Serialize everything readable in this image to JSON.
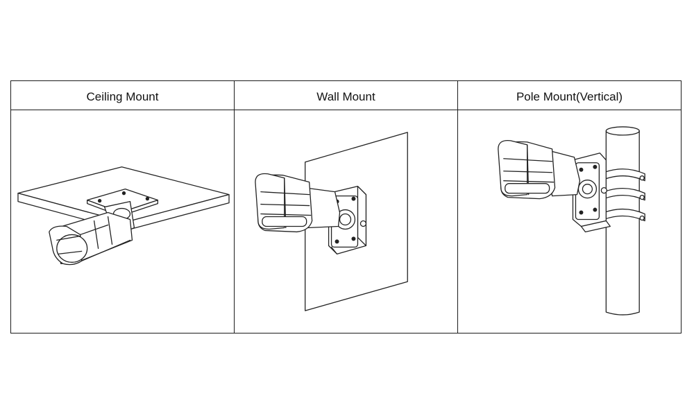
{
  "mount_table": {
    "columns": [
      {
        "header": "Ceiling Mount",
        "icon": "ceiling-mount-illustration"
      },
      {
        "header": "Wall Mount",
        "icon": "wall-mount-illustration"
      },
      {
        "header": "Pole Mount(Vertical)",
        "icon": "pole-mount-illustration"
      }
    ]
  },
  "colors": {
    "line": "#222222",
    "background": "#ffffff",
    "border": "#1a1a1a"
  }
}
